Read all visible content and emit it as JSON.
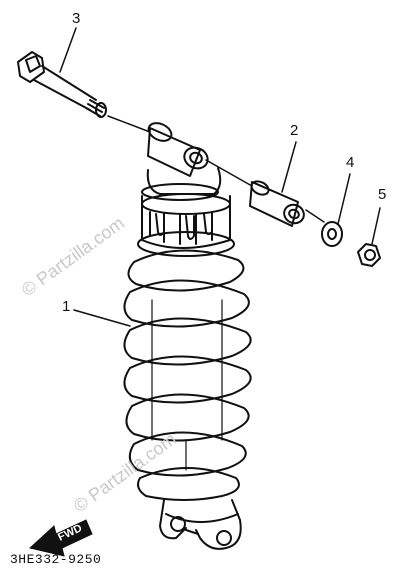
{
  "callouts": {
    "c1": "1",
    "c2": "2",
    "c3": "3",
    "c4": "4",
    "c5": "5"
  },
  "part_code": "3HE332-9250",
  "watermark": "© Partzilla.com",
  "fwd_label": "FWD",
  "colors": {
    "line": "#111111",
    "watermark": "#c8c8c8",
    "background": "#ffffff"
  }
}
